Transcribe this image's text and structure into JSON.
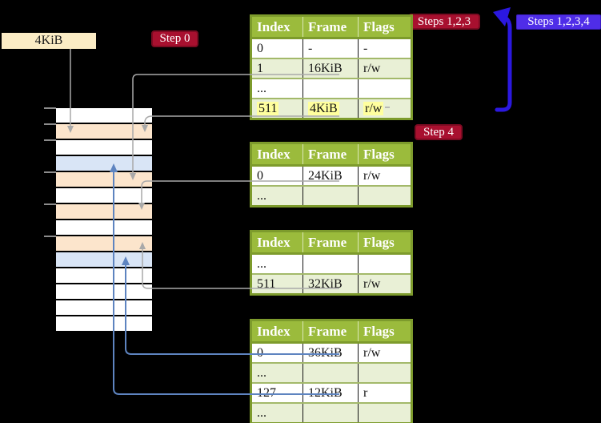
{
  "colors": {
    "background": "#000000",
    "table_header_bg": "#9bbb3c",
    "table_border": "#7d9b2c",
    "row_alt_bg": "#e9f0d6",
    "highlight_yellow": "#ffff9e",
    "memory_page_table_row_bg": "#fce5cc",
    "memory_mapped_page_row_bg": "#d9e5f6",
    "label_bg": "#fbecc5",
    "badge_red_bg": "#a8102f",
    "badge_blue_bg": "#4f2de8",
    "big_arrow_blue": "#2b18e0",
    "connector_gray": "#a9a9a9",
    "connector_blue": "#5e84c0"
  },
  "labels": {
    "page_size": "4KiB",
    "step0": "Step 0",
    "steps123": "Steps 1,2,3",
    "steps1234": "Steps 1,2,3,4",
    "step4": "Step 4"
  },
  "memory_column": {
    "rows": [
      {
        "type": "plain"
      },
      {
        "type": "table"
      },
      {
        "type": "plain"
      },
      {
        "type": "page"
      },
      {
        "type": "table"
      },
      {
        "type": "plain"
      },
      {
        "type": "table"
      },
      {
        "type": "plain"
      },
      {
        "type": "table"
      },
      {
        "type": "page"
      },
      {
        "type": "plain"
      },
      {
        "type": "plain"
      },
      {
        "type": "plain"
      },
      {
        "type": "plain"
      }
    ]
  },
  "tables": [
    {
      "name": "page-table-top",
      "headers": [
        "Index",
        "Frame",
        "Flags"
      ],
      "rows": [
        {
          "index": "0",
          "frame": "-",
          "flags": "-",
          "highlight": false
        },
        {
          "index": "1",
          "frame": "16KiB",
          "flags": "r/w",
          "highlight": false
        },
        {
          "index": "...",
          "frame": "",
          "flags": "",
          "highlight": false
        },
        {
          "index": "511",
          "frame": "4KiB",
          "flags": "r/w",
          "highlight": true
        }
      ]
    },
    {
      "name": "page-table-second",
      "headers": [
        "Index",
        "Frame",
        "Flags"
      ],
      "rows": [
        {
          "index": "0",
          "frame": "24KiB",
          "flags": "r/w",
          "highlight": false
        },
        {
          "index": "...",
          "frame": "",
          "flags": "",
          "highlight": false
        }
      ]
    },
    {
      "name": "page-table-third",
      "headers": [
        "Index",
        "Frame",
        "Flags"
      ],
      "rows": [
        {
          "index": "...",
          "frame": "",
          "flags": "",
          "highlight": false
        },
        {
          "index": "511",
          "frame": "32KiB",
          "flags": "r/w",
          "highlight": false
        }
      ]
    },
    {
      "name": "page-table-bottom",
      "headers": [
        "Index",
        "Frame",
        "Flags"
      ],
      "rows": [
        {
          "index": "0",
          "frame": "36KiB",
          "flags": "r/w",
          "highlight": false
        },
        {
          "index": "...",
          "frame": "",
          "flags": "",
          "highlight": false
        },
        {
          "index": "127",
          "frame": "12KiB",
          "flags": "r",
          "highlight": false
        },
        {
          "index": "...",
          "frame": "",
          "flags": "",
          "highlight": false
        }
      ]
    }
  ]
}
